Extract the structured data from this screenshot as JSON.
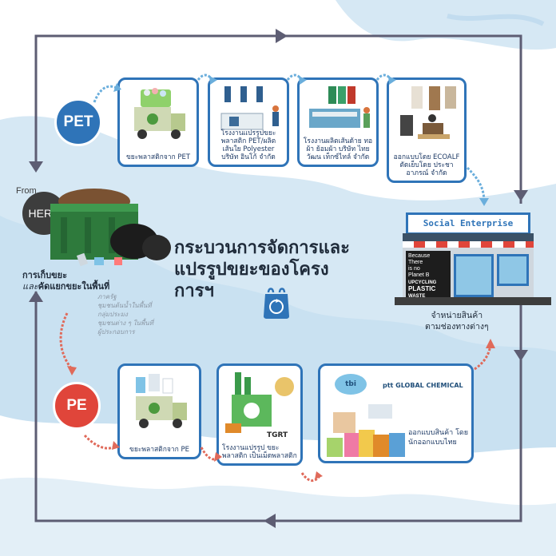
{
  "title": {
    "line1": "กระบวนการจัดการและ",
    "line2": "แปรรูปขยะของโครงการฯ"
  },
  "pet_badge": "PET",
  "pe_badge": "PE",
  "from_label": "From",
  "here_label": "HERE",
  "collection": {
    "line1": "การเก็บขยะ",
    "line2_prefix": "และ",
    "line2_main": "คัดแยกขยะในพื้นที่",
    "partners": [
      "ภาครัฐ",
      "ชุมชนต้นน้ำในพื้นที่",
      "กลุ่มประมง",
      "ชุมชนต่าง ๆ ในพื้นที่",
      "ผู้ประกอบการ"
    ]
  },
  "pet_steps": [
    {
      "caption": "ขยะพลาสติกจาก PET"
    },
    {
      "caption": "โรงงานแปรรูปขยะพลาสติก PET/ผลิตเส้นใย Polyester บริษัท อินโก้ จำกัด"
    },
    {
      "caption": "โรงงานผลิตเส้นด้าย ทอผ้า ย้อมผ้า บริษัท ไทยวัฒน เท็กซ์ไทล์ จำกัด"
    },
    {
      "caption": "ออกแบบโดย ECOALF ตัดเย็บโดย ประชาอาภรณ์ จำกัด"
    }
  ],
  "pe_steps": [
    {
      "caption": "ขยะพลาสติกจาก PE"
    },
    {
      "caption": "โรงงานแปรรูป ขยะพลาสติก เป็นเม็ดพลาสติก",
      "logo": "TGRT"
    },
    {
      "caption": "ออกแบบสินค้า โดยนักออกแบบไทย",
      "logo1": "tbi",
      "logo2": "ptt GLOBAL CHEMICAL"
    }
  ],
  "shop": {
    "sign": "Social Enterprise",
    "poster": [
      "Because",
      "There",
      "is no",
      "Planet B"
    ],
    "banner": [
      "UPCYCLING",
      "PLASTIC",
      "WASTE"
    ],
    "caption1": "จำหน่ายสินค้า",
    "caption2": "ตามช่องทางต่างๆ"
  },
  "colors": {
    "blue": "#2f74b8",
    "red": "#e0453a",
    "dark": "#3d3d3d",
    "sea": "#cfe3f1",
    "frame": "#5d5d73",
    "arrow": "#6aaedc",
    "redarrow": "#e06a5a"
  }
}
